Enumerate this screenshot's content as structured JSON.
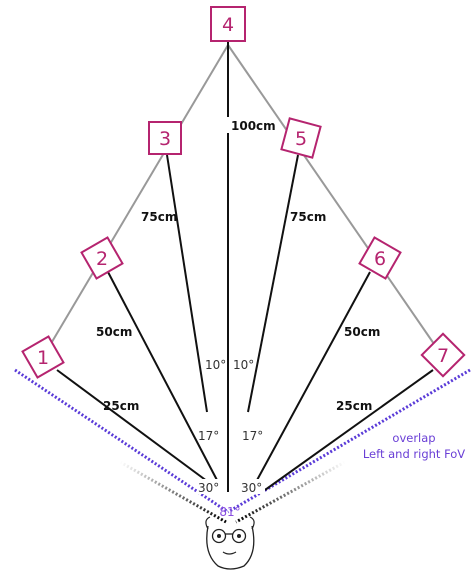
{
  "markers": [
    {
      "label": "1"
    },
    {
      "label": "2"
    },
    {
      "label": "3"
    },
    {
      "label": "4"
    },
    {
      "label": "5"
    },
    {
      "label": "6"
    },
    {
      "label": "7"
    }
  ],
  "distances": {
    "d1": "25cm",
    "d2": "50cm",
    "d3": "75cm",
    "d4": "100cm",
    "d5": "75cm",
    "d6": "50cm",
    "d7": "25cm"
  },
  "angles": {
    "a10_left": "10°",
    "a10_right": "10°",
    "a17_left": "17°",
    "a17_right": "17°",
    "a30_left": "30°",
    "a30_right": "30°",
    "fov": "81°"
  },
  "overlap": {
    "line1": "overlap",
    "line2": "Left and right FoV"
  },
  "colors": {
    "marker": "#b5246f",
    "ray": "#111111",
    "outline": "#999999",
    "fov_line": "#5a3bd8",
    "fov_text": "#8a4fe0"
  }
}
